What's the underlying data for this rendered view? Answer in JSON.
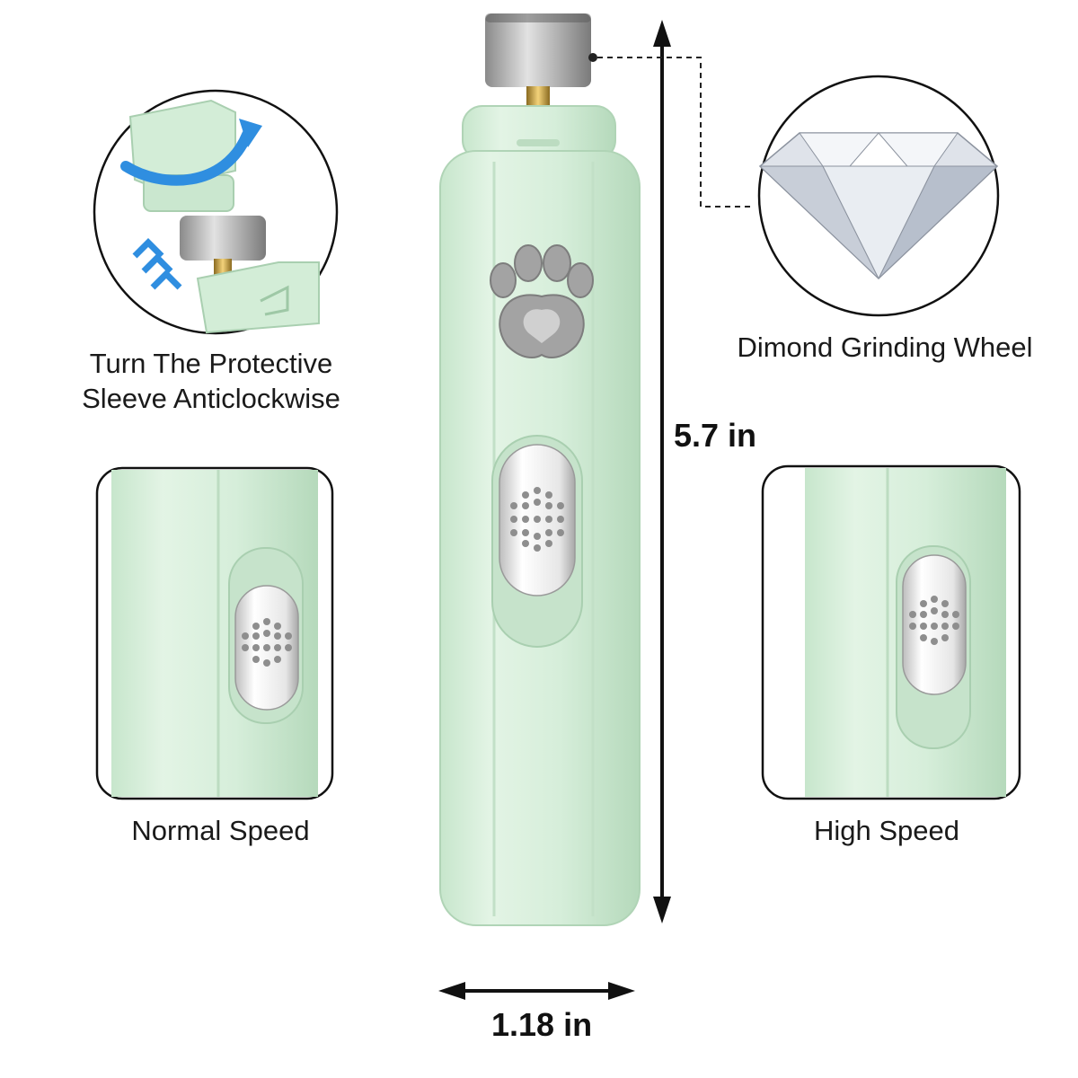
{
  "labels": {
    "sleeve": [
      "Turn The Protective",
      "Sleeve Anticlockwise"
    ],
    "wheel": "Dimond Grinding Wheel",
    "normal_speed": "Normal Speed",
    "high_speed": "High Speed",
    "height": "5.7 in",
    "width": "1.18 in"
  },
  "colors": {
    "body": "#d9efdc",
    "body_shadow": "#b9dcc0",
    "metal": "#c9c9c9",
    "arrow_blue": "#2f8ee0",
    "paw_grey": "#9b9b9b"
  }
}
